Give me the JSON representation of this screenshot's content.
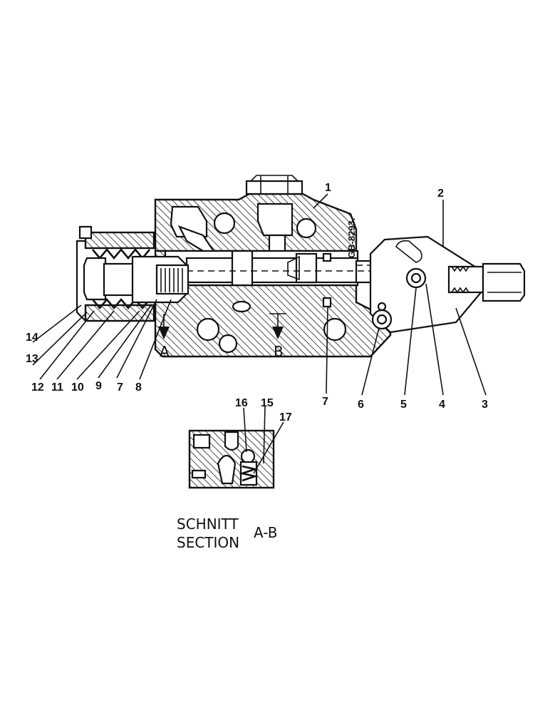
{
  "drawing_code": "GB-8293.",
  "callouts": [
    {
      "id": "c1",
      "text": "1"
    },
    {
      "id": "c2",
      "text": "2"
    },
    {
      "id": "c3",
      "text": "3"
    },
    {
      "id": "c4",
      "text": "4"
    },
    {
      "id": "c5",
      "text": "5"
    },
    {
      "id": "c6",
      "text": "6"
    },
    {
      "id": "c7a",
      "text": "7"
    },
    {
      "id": "c7b",
      "text": "7"
    },
    {
      "id": "c8",
      "text": "8"
    },
    {
      "id": "c9",
      "text": "9"
    },
    {
      "id": "c10",
      "text": "10"
    },
    {
      "id": "c11",
      "text": "11"
    },
    {
      "id": "c12",
      "text": "12"
    },
    {
      "id": "c13",
      "text": "13"
    },
    {
      "id": "c14",
      "text": "14"
    },
    {
      "id": "c15",
      "text": "15"
    },
    {
      "id": "c16",
      "text": "16"
    },
    {
      "id": "c17",
      "text": "17"
    }
  ],
  "section_marks": {
    "a": "A",
    "b": "B"
  },
  "caption": {
    "line1": "SCHNITT",
    "line2": "SECTION",
    "section": "A-B"
  }
}
